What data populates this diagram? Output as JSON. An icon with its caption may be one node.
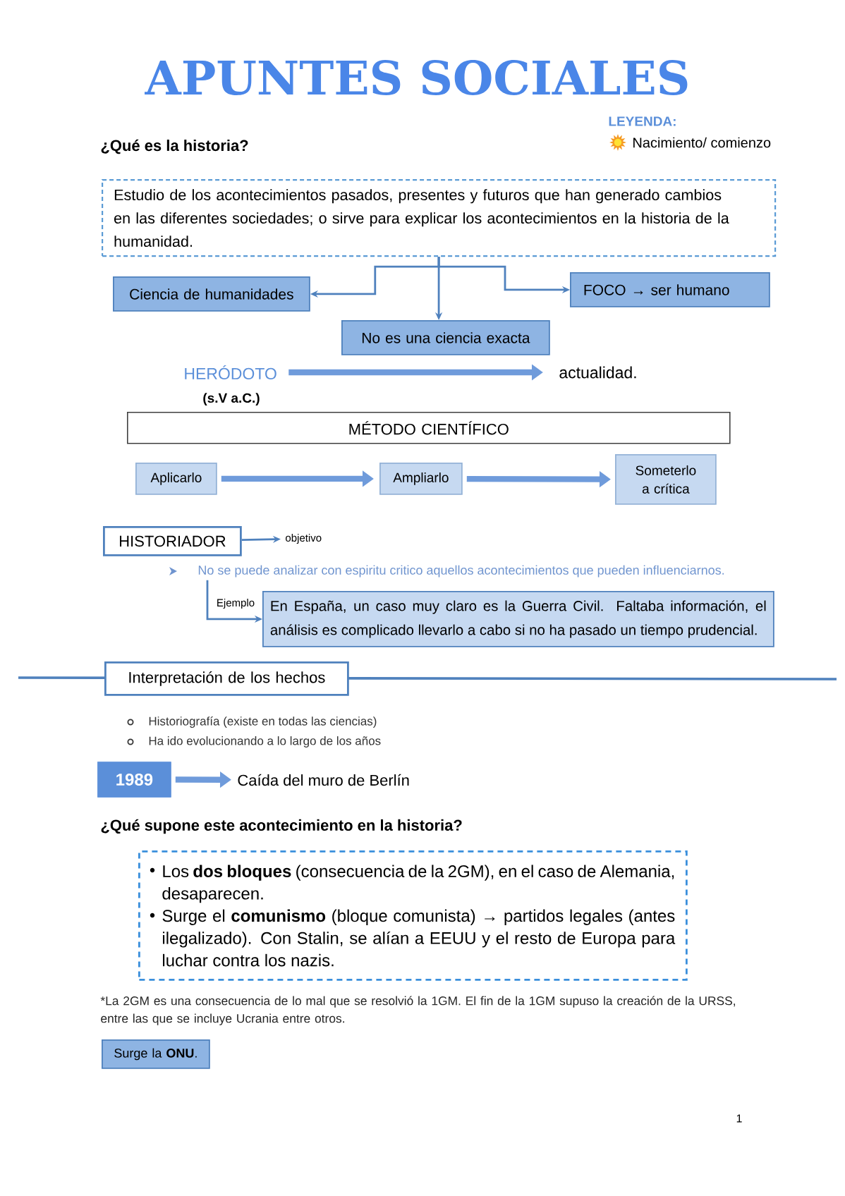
{
  "diagram": {
    "title": "APUNTES SOCIALES",
    "nodes": [
      {
        "text": [
          "Estudio de los acontecimientos pasados, presentes y futuros que han generado cambios en las diferentes sociedades; o sirve para explicar los acontecimientos en la historia de la humanidad."
        ]
      },
      {
        "text": [
          "Ciencia de humanidades"
        ]
      },
      {
        "text": [
          "FOCO → ser humano"
        ]
      },
      {
        "text": [
          "No es una ciencia exacta"
        ]
      },
      {
        "text": [
          "HERÓDOTO"
        ],
        "beside": [
          "(s.V a.C.)"
        ]
      },
      {
        "text": [
          "actualidad."
        ]
      },
      {
        "text": [
          "MÉTODO CIENTÍFICO"
        ]
      },
      {
        "text": [
          "Aplicarlo"
        ]
      },
      {
        "text": [
          "Ampliarlo"
        ]
      },
      {
        "text": [
          "Someterlo a crítica"
        ]
      },
      {
        "text": [
          "HISTORIADOR"
        ]
      },
      {
        "text": [
          "objetivo"
        ]
      },
      {
        "text": [
          "No se puede analizar con espiritu critico aquellos acontecimientos que pueden influenciarnos."
        ]
      },
      {
        "text": [
          "En España, un caso muy claro es la Guerra Civil. Faltaba información, el análisis es complicado llevarlo a cabo si no ha pasado un tiempo prudencial."
        ]
      },
      {
        "text": [
          "Interpretación de los hechos"
        ]
      },
      {
        "text": [
          "1989"
        ]
      },
      {
        "text": [
          "Caída del muro de Berlín"
        ]
      },
      {
        "text": [
          "Los **dos bloques** (consecuencia de la 2GM), en el caso de Alemania, desaparecen.",
          "Surge el **comunismo** (bloque comunista) → partidos legales (antes ilegalizado). Con Stalin, se alían a EEUU y el resto de Europa para luchar contra los nazis."
        ]
      },
      {
        "text": [
          "Surge la **ONU**."
        ]
      }
    ],
    "edges": [
      {
        "from": 0,
        "to": 1,
        "arrow": "to"
      },
      {
        "from": 0,
        "to": 2,
        "arrow": "to"
      },
      {
        "from": 0,
        "to": 3,
        "arrow": "to"
      },
      {
        "from": 4,
        "to": 5,
        "arrow": "to",
        "style": "thick"
      },
      {
        "from": 7,
        "to": 8,
        "arrow": "to",
        "style": "thick"
      },
      {
        "from": 8,
        "to": 9,
        "arrow": "to",
        "style": "thick"
      },
      {
        "from": 10,
        "to": 11,
        "arrow": "to"
      },
      {
        "from": 12,
        "to": 13,
        "arrow": "to",
        "label": "Ejemplo"
      },
      {
        "from": 15,
        "to": 16,
        "arrow": "to",
        "style": "thick"
      }
    ],
    "labels": [
      "LEYENDA:",
      "¿Qué es la historia?",
      "Historiografía (existe en todas las ciencias)",
      "Ha ido evolucionando a lo largo de los años",
      "¿Qué supone este acontecimiento en la historia?",
      "*La 2GM es una consecuencia de lo mal que se resolvió la 1GM. El fin de la 1GM supuso la creación de la URSS, entre las que se incluye Ucrania entre otros.",
      "1"
    ],
    "legend": [
      {
        "text": "Nacimiento/ comienzo"
      }
    ]
  }
}
